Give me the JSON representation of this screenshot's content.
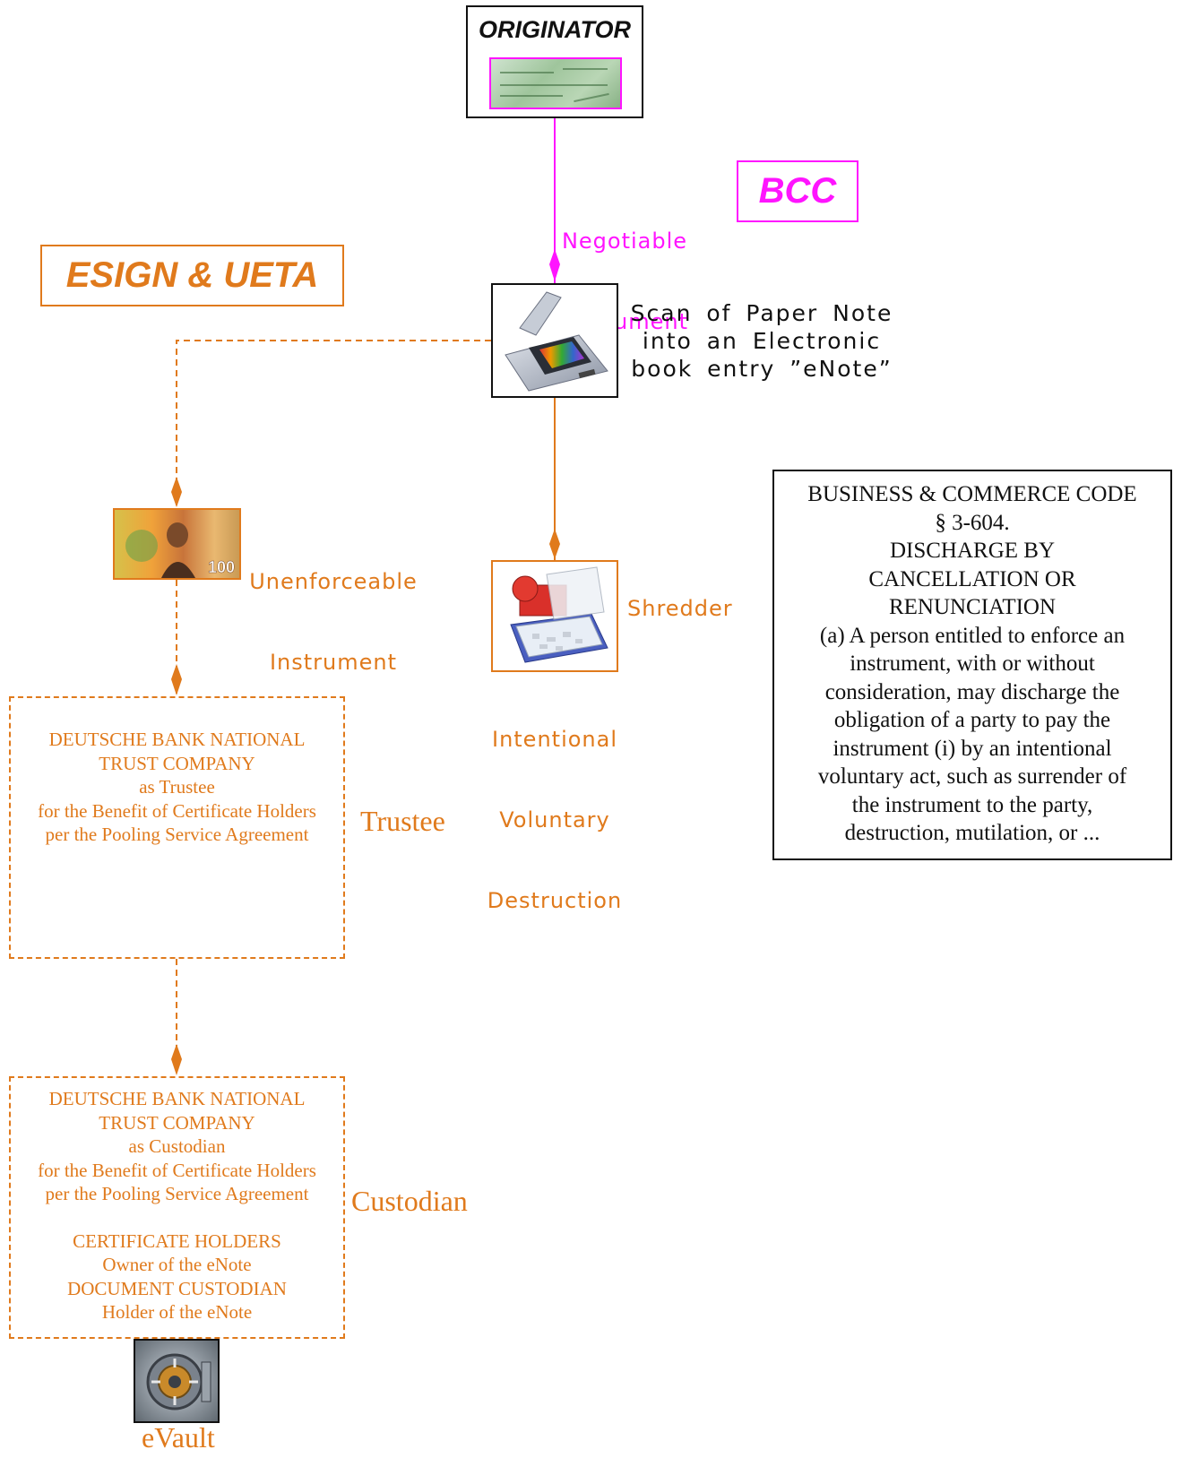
{
  "originator": {
    "title": "ORIGINATOR"
  },
  "negotiable_label": [
    "Negotiable",
    "Instrument"
  ],
  "bcc": {
    "label": "BCC"
  },
  "esign": {
    "label": "ESIGN & UETA"
  },
  "scan_label": [
    "Scan of Paper Note",
    "into an Electronic",
    "book entry ”eNote”"
  ],
  "unenforceable_label": [
    "Unenforceable",
    "Instrument"
  ],
  "shredder_label": "Shredder",
  "destruction_label": [
    "Intentional",
    "Voluntary",
    "Destruction"
  ],
  "law_box": {
    "lines": [
      "BUSINESS & COMMERCE CODE",
      "§ 3-604.",
      "DISCHARGE BY",
      "CANCELLATION OR",
      "RENUNCIATION",
      "(a)  A person entitled to enforce an",
      "instrument, with or without",
      "consideration, may discharge the",
      "obligation of a party to pay the",
      "instrument (i) by an intentional",
      "voluntary act, such as surrender of",
      "the instrument to the party,",
      "destruction, mutilation, or ..."
    ]
  },
  "trustee_box": {
    "lines": [
      "DEUTSCHE BANK NATIONAL",
      "TRUST COMPANY",
      "as Trustee",
      "for the Benefit of Certificate Holders",
      "per the Pooling Service Agreement"
    ],
    "side_label": "Trustee"
  },
  "custodian_box": {
    "lines": [
      "DEUTSCHE BANK NATIONAL",
      "TRUST COMPANY",
      "as Custodian",
      "for the Benefit of Certificate Holders",
      "per the Pooling Service Agreement",
      "",
      "CERTIFICATE HOLDERS",
      "Owner of the eNote",
      "DOCUMENT CUSTODIAN",
      "Holder of the eNote"
    ],
    "side_label": "Custodian"
  },
  "evault_label": "eVault",
  "colors": {
    "orange": "#e07a1c",
    "magenta": "#ff14ff",
    "black": "#111111"
  }
}
